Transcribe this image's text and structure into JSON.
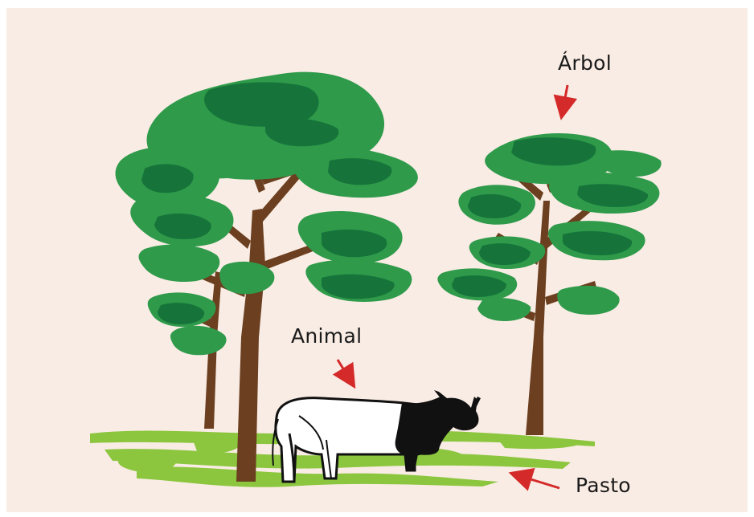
{
  "labels": {
    "tree": "Árbol",
    "animal": "Animal",
    "grass": "Pasto"
  },
  "colors": {
    "background": "#f9ece4",
    "foliage_light": "#2e9a4a",
    "foliage_dark": "#16743a",
    "trunk": "#6b3f1f",
    "grass": "#8cc63f",
    "arrow": "#d42a2a",
    "cow_white": "#ffffff",
    "cow_black": "#111111"
  },
  "icons": {
    "tree": "tree-illustration",
    "animal": "cow-illustration",
    "grass": "grass-illustration",
    "arrow": "red-arrow"
  }
}
